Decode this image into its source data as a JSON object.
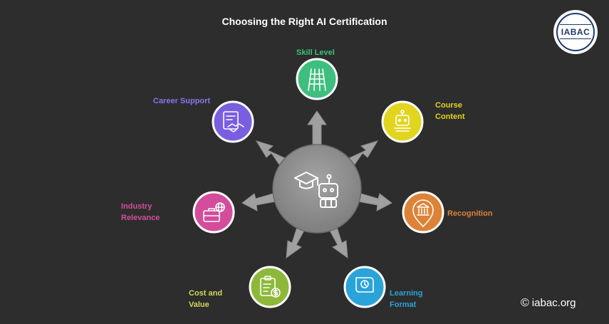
{
  "title": "Choosing the Right AI Certification",
  "logo": {
    "text": "IABAC"
  },
  "footer": {
    "symbol": "©",
    "text": "iabac.org"
  },
  "nodes": [
    {
      "id": "skill-level",
      "label": "Skill Level",
      "color": "#3fbf7f",
      "icon": "ladder-icon"
    },
    {
      "id": "course-content",
      "label_line1": "Course",
      "label_line2": "Content",
      "color": "#e2d51f",
      "icon": "robot-screen-icon"
    },
    {
      "id": "recognition",
      "label": "Recognition",
      "color": "#dd8237",
      "icon": "institution-pin-icon"
    },
    {
      "id": "learning-format",
      "label_line1": "Learning",
      "label_line2": "Format",
      "color": "#2aa3d9",
      "icon": "book-clock-icon"
    },
    {
      "id": "cost-and-value",
      "label_line1": "Cost and",
      "label_line2": "Value",
      "color": "#8db83a",
      "icon": "clipboard-dollar-icon"
    },
    {
      "id": "industry-relevance",
      "label_line1": "Industry",
      "label_line2": "Relevance",
      "color": "#d44d9c",
      "icon": "briefcase-globe-icon"
    },
    {
      "id": "career-support",
      "label": "Career Support",
      "color": "#7a5ee0",
      "icon": "certificate-handshake-icon"
    }
  ],
  "center": {
    "icon": "graduation-robot-icon"
  }
}
